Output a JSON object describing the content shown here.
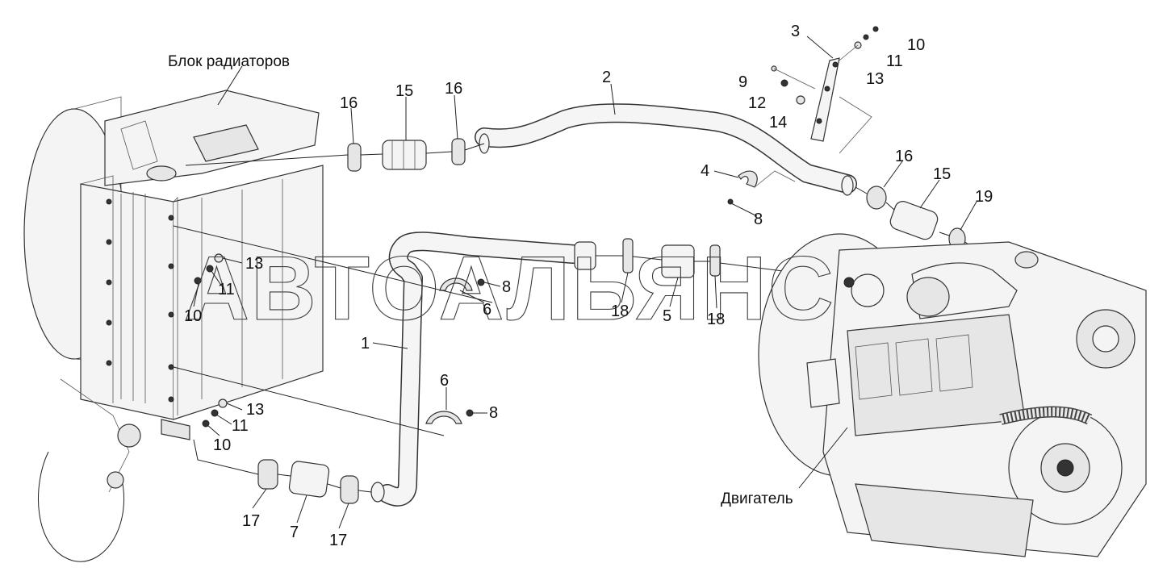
{
  "captions": {
    "radiator_block": "Блок радиаторов",
    "engine": "Двигатель"
  },
  "watermark": "АВТОАЛЬЯНС",
  "callouts": [
    {
      "id": "c-1",
      "text": "1"
    },
    {
      "id": "c-2",
      "text": "2"
    },
    {
      "id": "c-3",
      "text": "3"
    },
    {
      "id": "c-4",
      "text": "4"
    },
    {
      "id": "c-5",
      "text": "5"
    },
    {
      "id": "c-6a",
      "text": "6"
    },
    {
      "id": "c-6b",
      "text": "6"
    },
    {
      "id": "c-7",
      "text": "7"
    },
    {
      "id": "c-8a",
      "text": "8"
    },
    {
      "id": "c-8b",
      "text": "8"
    },
    {
      "id": "c-8c",
      "text": "8"
    },
    {
      "id": "c-9",
      "text": "9"
    },
    {
      "id": "c-10a",
      "text": "10"
    },
    {
      "id": "c-10b",
      "text": "10"
    },
    {
      "id": "c-10c",
      "text": "10"
    },
    {
      "id": "c-11a",
      "text": "11"
    },
    {
      "id": "c-11b",
      "text": "11"
    },
    {
      "id": "c-11c",
      "text": "11"
    },
    {
      "id": "c-12",
      "text": "12"
    },
    {
      "id": "c-13a",
      "text": "13"
    },
    {
      "id": "c-13b",
      "text": "13"
    },
    {
      "id": "c-13c",
      "text": "13"
    },
    {
      "id": "c-14",
      "text": "14"
    },
    {
      "id": "c-15a",
      "text": "15"
    },
    {
      "id": "c-15b",
      "text": "15"
    },
    {
      "id": "c-16a",
      "text": "16"
    },
    {
      "id": "c-16b",
      "text": "16"
    },
    {
      "id": "c-16c",
      "text": "16"
    },
    {
      "id": "c-17a",
      "text": "17"
    },
    {
      "id": "c-17b",
      "text": "17"
    },
    {
      "id": "c-18a",
      "text": "18"
    },
    {
      "id": "c-18b",
      "text": "18"
    },
    {
      "id": "c-19",
      "text": "19"
    }
  ]
}
